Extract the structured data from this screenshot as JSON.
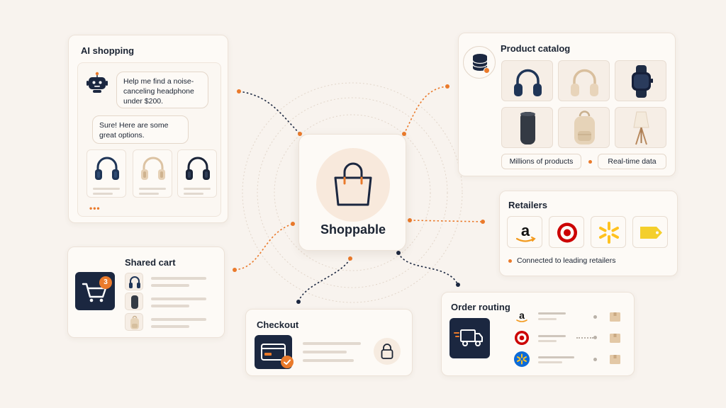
{
  "hub": {
    "name": "Shoppable",
    "icon": "shopping-bag-icon"
  },
  "ai_shopping": {
    "title": "AI shopping",
    "user_message": "Help me find a noise-canceling headphone under $200.",
    "bot_message": "Sure! Here are some great options.",
    "typing_indicator": "•••",
    "suggested_products": [
      "headphones-navy-icon",
      "headphones-beige-icon",
      "headphones-navy-icon"
    ]
  },
  "catalog": {
    "title": "Product catalog",
    "icon": "database-icon",
    "products": [
      "headphones-navy-icon",
      "headphones-beige-icon",
      "smartwatch-icon",
      "smart-speaker-icon",
      "backpack-icon",
      "lamp-icon"
    ],
    "pill_left": "Millions of products",
    "pill_right": "Real-time data"
  },
  "retailers": {
    "title": "Retailers",
    "logos": [
      "amazon-logo-icon",
      "target-logo-icon",
      "walmart-spark-icon",
      "price-tag-icon"
    ],
    "note": "Connected to leading retailers"
  },
  "shared_cart": {
    "title": "Shared cart",
    "count": "3",
    "items": [
      "headphones-icon",
      "speaker-icon",
      "backpack-icon"
    ]
  },
  "checkout": {
    "title": "Checkout",
    "icons": [
      "credit-card-icon",
      "check-icon",
      "lock-icon"
    ]
  },
  "order_routing": {
    "title": "Order routing",
    "rows": [
      "amazon-logo-icon",
      "target-logo-icon",
      "walmart-spark-icon"
    ],
    "destination_icon": "package-icon"
  },
  "colors": {
    "accent": "#ea7a2b",
    "navy": "#1b2740",
    "background": "#f8f3ee",
    "card": "#fdfaf6",
    "amazon_orange": "#f29a1f",
    "target_red": "#cc0000",
    "walmart_blue": "#0d6bd8",
    "walmart_yellow": "#ffc220",
    "tag_yellow": "#f4cf2c"
  }
}
